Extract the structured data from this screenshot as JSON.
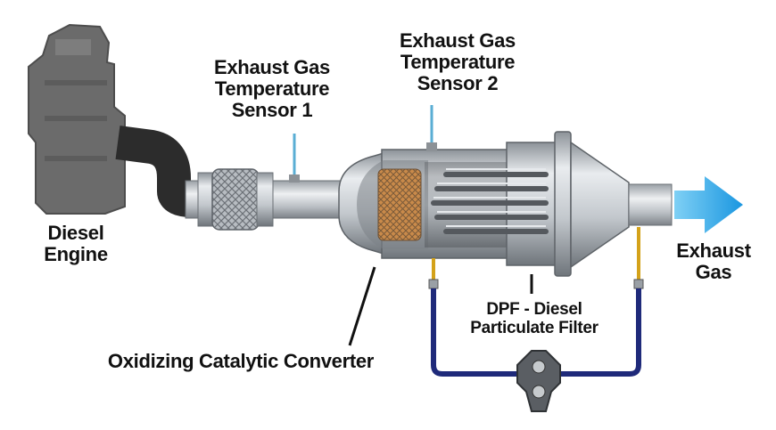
{
  "labels": {
    "engine": [
      "Diesel",
      "Engine"
    ],
    "sensor1": [
      "Exhaust Gas",
      "Temperature",
      "Sensor 1"
    ],
    "sensor2": [
      "Exhaust Gas",
      "Temperature",
      "Sensor 2"
    ],
    "exhaust": [
      "Exhaust",
      "Gas"
    ],
    "dpf": [
      "DPF - Diesel",
      "Particulate Filter"
    ],
    "converter": "Oxidizing Catalytic Converter"
  },
  "colors": {
    "engine": "#6b6b6b",
    "pipe_dark": "#2c2c2c",
    "steel": "#c8ccd0",
    "sensor": "#5aaed4",
    "arrow": "#1aa0e6",
    "hose": "#1f2a7a",
    "brass": "#d4a21a",
    "catalyst": "#c98a4a"
  },
  "icons": {
    "arrow": "right-arrow-icon"
  }
}
